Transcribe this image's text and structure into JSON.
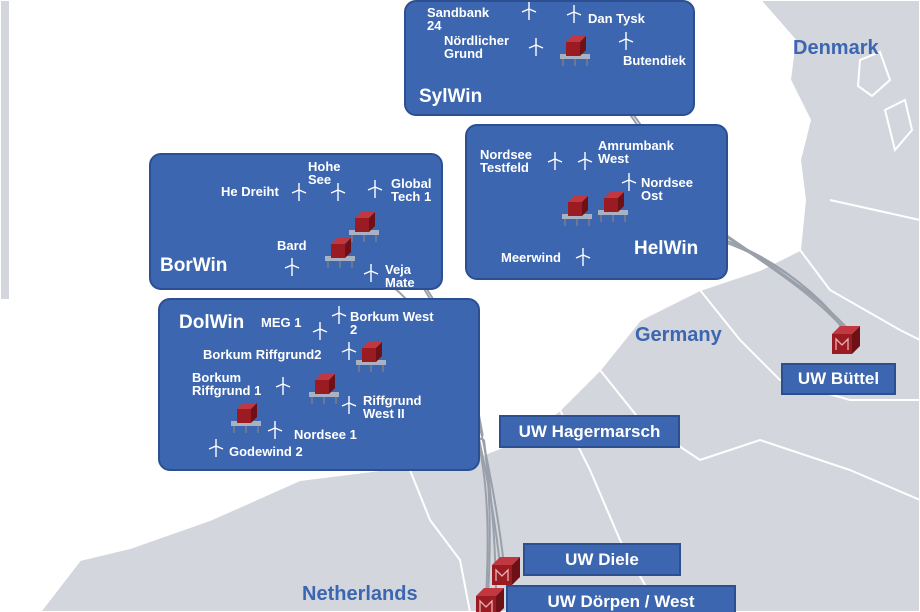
{
  "countries": {
    "denmark": "Denmark",
    "germany": "Germany",
    "netherlands": "Netherlands"
  },
  "clusters": {
    "sylwin": {
      "name": "SylWin",
      "farms": {
        "sandbank": "Sandbank\n24",
        "dan_tysk": "Dan Tysk",
        "noerdlicher_grund": "Nördlicher\nGrund",
        "butendiek": "Butendiek"
      }
    },
    "helwin": {
      "name": "HelWin",
      "farms": {
        "nordsee_testfeld": "Nordsee\nTestfeld",
        "amrumbank_west": "Amrumbank\nWest",
        "nordsee_ost": "Nordsee\nOst",
        "meerwind": "Meerwind"
      }
    },
    "borwin": {
      "name": "BorWin",
      "farms": {
        "hohe_see": "Hohe\nSee",
        "he_dreiht": "He Dreiht",
        "global_tech": "Global\nTech 1",
        "bard": "Bard",
        "veja_mate": "Veja\nMate"
      }
    },
    "dolwin": {
      "name": "DolWin",
      "farms": {
        "meg1": "MEG 1",
        "borkum_west2": "Borkum West\n2",
        "borkum_riffgrund2": "Borkum Riffgrund2",
        "borkum_riffgrund1": "Borkum\nRiffgrund 1",
        "riffgrund_west2": "Riffgrund\nWest II",
        "nordsee1": "Nordsee 1",
        "godewind2": "Godewind 2"
      }
    }
  },
  "substations": {
    "buettel": "UW Büttel",
    "hagermarsch": "UW Hagermarsch",
    "diele": "UW Diele",
    "doerpen_west": "UW Dörpen / West"
  },
  "colors": {
    "sea": "#ffffff",
    "land": "#d3d6dd",
    "border": "#ffffff",
    "panel": "#3c66b0",
    "panel_border": "#2c4f92",
    "label": "#ffffff",
    "country": "#3c66b0",
    "station": "#9a1b22",
    "cable": "#9aa0aa"
  },
  "icons": {
    "turbine": "wind-turbine-icon",
    "platform": "converter-platform-icon",
    "station": "onshore-substation-icon"
  }
}
